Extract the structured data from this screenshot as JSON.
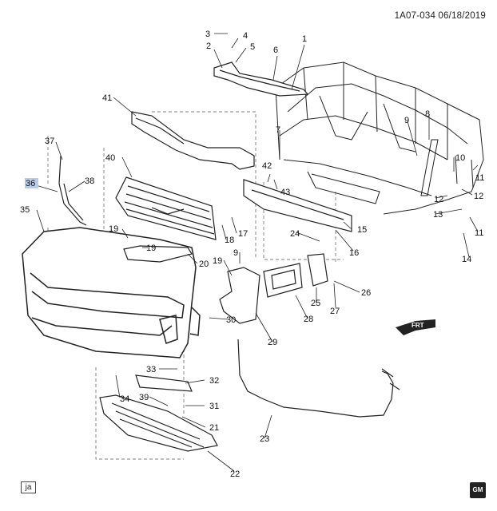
{
  "header": {
    "code_date": "1A07-034  06/18/2019"
  },
  "footer": {
    "corner_code": "ja",
    "logo_text": "GM"
  },
  "arrow_label": "FRT",
  "highlighted_part": "36",
  "parts": [
    {
      "id": "p1",
      "label": "1"
    },
    {
      "id": "p2",
      "label": "2"
    },
    {
      "id": "p3",
      "label": "3"
    },
    {
      "id": "p4",
      "label": "4"
    },
    {
      "id": "p5",
      "label": "5"
    },
    {
      "id": "p6",
      "label": "6"
    },
    {
      "id": "p7",
      "label": "7"
    },
    {
      "id": "p8",
      "label": "8"
    },
    {
      "id": "p9a",
      "label": "9"
    },
    {
      "id": "p9b",
      "label": "9"
    },
    {
      "id": "p10",
      "label": "10"
    },
    {
      "id": "p11a",
      "label": "11"
    },
    {
      "id": "p11b",
      "label": "11"
    },
    {
      "id": "p12a",
      "label": "12"
    },
    {
      "id": "p12b",
      "label": "12"
    },
    {
      "id": "p13",
      "label": "13"
    },
    {
      "id": "p14",
      "label": "14"
    },
    {
      "id": "p15",
      "label": "15"
    },
    {
      "id": "p16",
      "label": "16"
    },
    {
      "id": "p17",
      "label": "17"
    },
    {
      "id": "p18",
      "label": "18"
    },
    {
      "id": "p19a",
      "label": "19"
    },
    {
      "id": "p19b",
      "label": "19"
    },
    {
      "id": "p19c",
      "label": "19"
    },
    {
      "id": "p20",
      "label": "20"
    },
    {
      "id": "p21",
      "label": "21"
    },
    {
      "id": "p22",
      "label": "22"
    },
    {
      "id": "p23",
      "label": "23"
    },
    {
      "id": "p24",
      "label": "24"
    },
    {
      "id": "p25",
      "label": "25"
    },
    {
      "id": "p26",
      "label": "26"
    },
    {
      "id": "p27",
      "label": "27"
    },
    {
      "id": "p28",
      "label": "28"
    },
    {
      "id": "p29",
      "label": "29"
    },
    {
      "id": "p30",
      "label": "30"
    },
    {
      "id": "p31",
      "label": "31"
    },
    {
      "id": "p32",
      "label": "32"
    },
    {
      "id": "p33",
      "label": "33"
    },
    {
      "id": "p34",
      "label": "34"
    },
    {
      "id": "p35",
      "label": "35"
    },
    {
      "id": "p36",
      "label": "36"
    },
    {
      "id": "p37",
      "label": "37"
    },
    {
      "id": "p38",
      "label": "38"
    },
    {
      "id": "p39",
      "label": "39"
    },
    {
      "id": "p40",
      "label": "40"
    },
    {
      "id": "p41",
      "label": "41"
    },
    {
      "id": "p42",
      "label": "42"
    },
    {
      "id": "p43",
      "label": "43"
    }
  ]
}
